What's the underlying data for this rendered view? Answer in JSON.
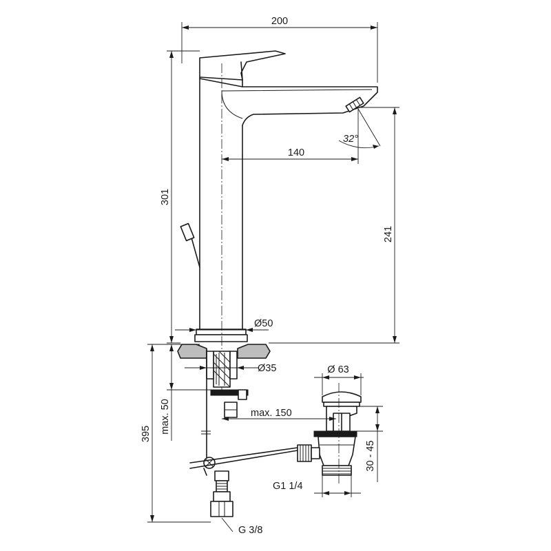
{
  "dimensions": {
    "total_width": "200",
    "total_height": "301",
    "spout_reach": "140",
    "spout_height": "241",
    "spout_angle": "32°",
    "base_diameter": "Ø50",
    "hole_diameter": "Ø35",
    "max_deck_thickness": "max. 50",
    "below_deck_length": "395",
    "waste_head_diameter": "Ø 63",
    "max_rod_distance": "max. 150",
    "waste_adjust_range": "30 - 45",
    "waste_thread": "G1 1/4",
    "supply_thread": "G 3/8"
  }
}
